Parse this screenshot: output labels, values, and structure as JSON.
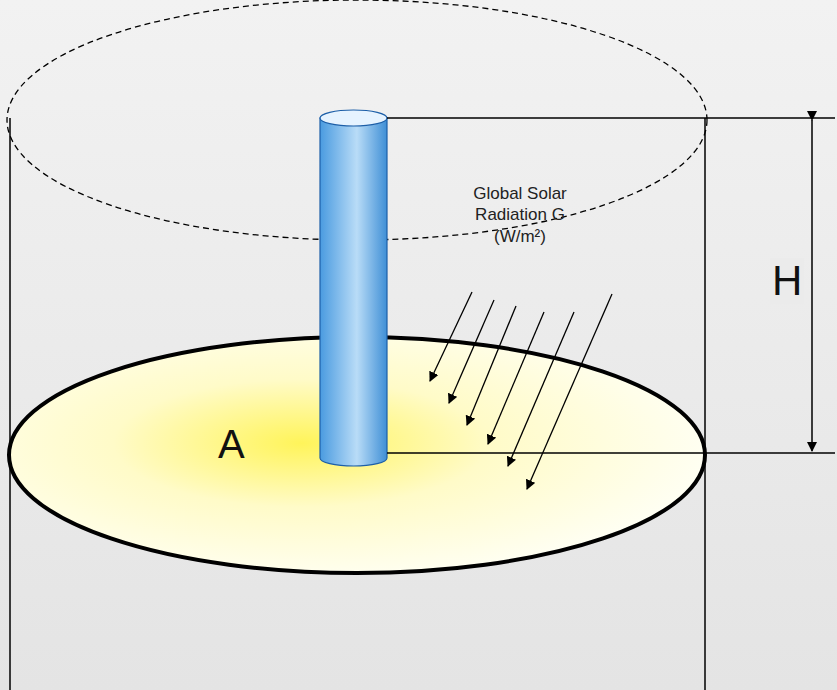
{
  "diagram": {
    "labels": [
      "A",
      "Global Solar Radiation G (W/m²)",
      "H"
    ]
  }
}
